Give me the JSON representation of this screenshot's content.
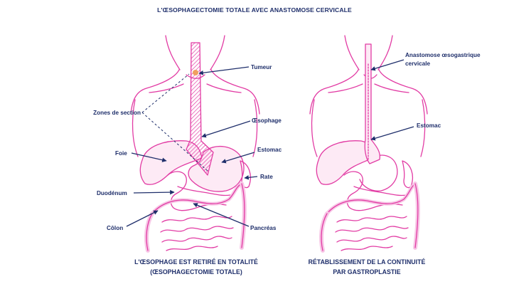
{
  "title": "L'ŒSOPHAGECTOMIE TOTALE AVEC ANASTOMOSE CERVICALE",
  "left_panel": {
    "labels": {
      "tumeur": "Tumeur",
      "zones": "Zones de section",
      "oesophage": "Œsophage",
      "foie": "Foie",
      "estomac": "Estomac",
      "rate": "Rate",
      "duodenum": "Duodénum",
      "colon": "Côlon",
      "pancreas": "Pancréas"
    },
    "caption_line1": "L'ŒSOPHAGE EST RETIRÉ EN TOTALITÉ",
    "caption_line2": "(ŒSOPHAGECTOMIE TOTALE)"
  },
  "right_panel": {
    "labels": {
      "anastomose_line1": "Anastomose œsogastrique",
      "anastomose_line2": "cervicale",
      "estomac": "Estomac"
    },
    "caption_line1": "RÉTABLISSEMENT DE LA CONTINUITÉ",
    "caption_line2": "PAR GASTROPLASTIE"
  },
  "colors": {
    "anatomy": "#e23ca4",
    "text": "#1f2f6b",
    "tumor": "#f0a060",
    "light_pink": "#f7c7e6"
  }
}
